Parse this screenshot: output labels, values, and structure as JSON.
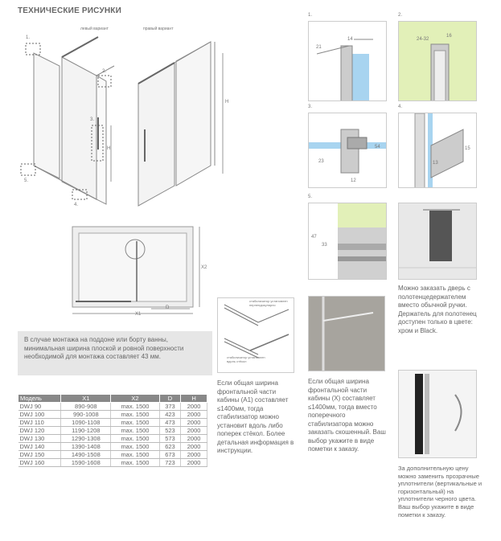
{
  "title": "ТЕХНИЧЕСКИЕ РИСУНКИ",
  "variants": {
    "left": "левый вариант",
    "right": "правый вариант"
  },
  "callouts": {
    "c1": "1.",
    "c2": "2.",
    "c3": "3.",
    "c4": "4.",
    "c5": "5."
  },
  "dims": {
    "H": "H",
    "H2": "H",
    "X1": "X1",
    "X2": "X2",
    "D": "D"
  },
  "details": {
    "d1": {
      "label": "1.",
      "a": "21",
      "b": "14"
    },
    "d2": {
      "label": "2.",
      "a": "24-32",
      "b": "16"
    },
    "d3": {
      "label": "3.",
      "a": "54",
      "b": "23",
      "c": "12"
    },
    "d4": {
      "label": "4.",
      "a": "15",
      "b": "13"
    },
    "d5": {
      "label": "5.",
      "a": "47",
      "b": "33"
    }
  },
  "stabilizer": {
    "top": "стабилизатор установлен перпендикулярно",
    "bottom": "стабилизатор установлен вдоль стёкол"
  },
  "note": "В случае монтажа на поддоне или борту ванны, минимальная ширина плоской и ровной поверхности необходимой для монтажа составляет 43 мм.",
  "table": {
    "headers": [
      "Модель",
      "X1",
      "X2",
      "D",
      "H"
    ],
    "rows": [
      [
        "DWJ 90",
        "890-908",
        "max. 1500",
        "373",
        "2000"
      ],
      [
        "DWJ 100",
        "990-1008",
        "max. 1500",
        "423",
        "2000"
      ],
      [
        "DWJ 110",
        "1090-1108",
        "max. 1500",
        "473",
        "2000"
      ],
      [
        "DWJ 120",
        "1190-1208",
        "max. 1500",
        "523",
        "2000"
      ],
      [
        "DWJ 130",
        "1290-1308",
        "max. 1500",
        "573",
        "2000"
      ],
      [
        "DWJ 140",
        "1390-1408",
        "max. 1500",
        "623",
        "2000"
      ],
      [
        "DWJ 150",
        "1490-1508",
        "max. 1500",
        "673",
        "2000"
      ],
      [
        "DWJ 160",
        "1590-1608",
        "max. 1500",
        "723",
        "2000"
      ]
    ]
  },
  "captions": {
    "stab_a1": "Если общая ширина фронтальной части кабины (А1) составляет ≤1400мм, тогда стабилизатор можно установит вдоль либо поперек стёкол. Более детальная информация в инструкции.",
    "stab_x": "Если общая ширина фронтальной части кабины (Х) составляет ≤1400мм, тогда вместо поперечного стабилизатора можно заказать скошенный. Ваш выбор укажите в виде пометки к заказу.",
    "towel": "Можно заказать дверь с полотенцедержателем вместо обычной ручки. Держатель для полотенец доступен только в цвете: хром и Black.",
    "seals": "За дополнительную цену можно заменить прозрачные уплотнители (вертикальные и горизонтальный) на уплотнители черного цвета. Ваш выбор укажите в виде пометки к заказу."
  }
}
